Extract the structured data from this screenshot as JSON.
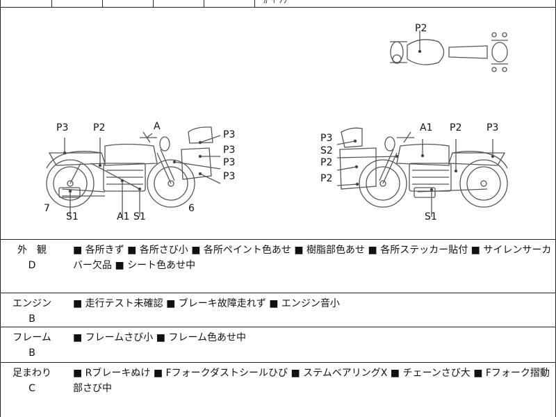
{
  "header_fragment": "ｶﾞｲ ｿｳ",
  "diagram": {
    "top_view": {
      "labels": [
        "P2"
      ]
    },
    "left_side": {
      "labels": [
        "P3",
        "P2",
        "A",
        "P3",
        "P3",
        "P3",
        "P3",
        "7",
        "S1",
        "A1",
        "S1",
        "6"
      ]
    },
    "right_side": {
      "labels": [
        "P3",
        "A1",
        "P2",
        "P3",
        "S2",
        "P2",
        "P2",
        "S1"
      ]
    }
  },
  "conditions": [
    {
      "category": "外　観",
      "grade": "D",
      "remarks": "■ 各所きず ■ 各所さび小 ■ 各所ペイント色あせ ■ 樹脂部色あせ ■ 各所ステッカー貼付 ■ サイレンサーカバー欠品 ■ シート色あせ中"
    },
    {
      "category": "エンジン",
      "grade": "B",
      "remarks": "■ 走行テスト未確認 ■ ブレーキ故障走れず ■ エンジン音小"
    },
    {
      "category": "フレーム",
      "grade": "B",
      "remarks": "■ フレームさび小 ■ フレーム色あせ中"
    },
    {
      "category": "足まわり",
      "grade": "C",
      "remarks": "■ Rブレーキぬけ ■ Fフォークダストシールひび ■ ステムベアリングX ■ チェーンさび大 ■ Fフォーク摺動部さび中"
    }
  ]
}
